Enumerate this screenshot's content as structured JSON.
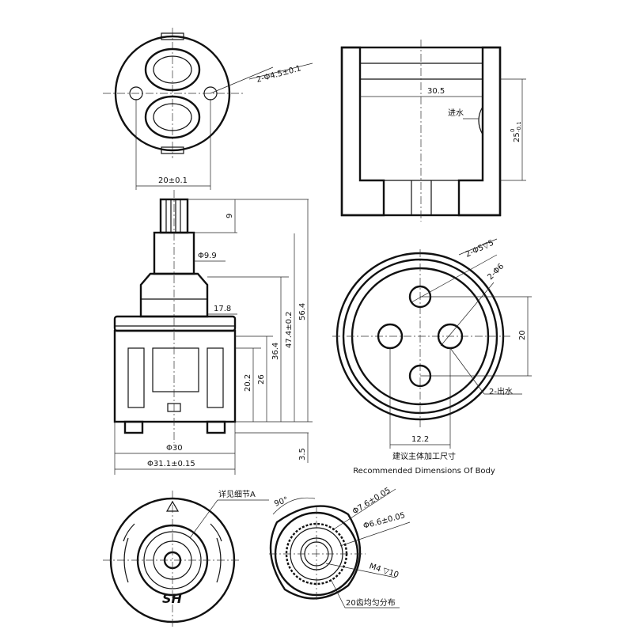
{
  "top_view": {
    "holes_label": "2-Φ4.5±0.1",
    "spacing_label": "20±0.1"
  },
  "section_view": {
    "width_label": "30.5",
    "inlet_label": "进水",
    "depth_label": "25",
    "depth_tol_upper": "0",
    "depth_tol_lower": "-0.1"
  },
  "side_view": {
    "spline_height": "9",
    "shaft_dia": "Φ9.9",
    "shoulder": "17.8",
    "h1": "20.2",
    "h2": "26",
    "h3": "36.4",
    "h4": "47.4±0.2",
    "h5": "56.4",
    "base": "3.5",
    "body_dia": "Φ30",
    "ring_dia": "Φ31.1±0.15"
  },
  "body_view": {
    "hole1_label": "2-Φ5▽5",
    "hole2_label": "2-Φ6",
    "vertical_spacing": "20",
    "outlet_label": "2-出水",
    "horizontal_spacing": "12.2",
    "caption_cn": "建议主体加工尺寸",
    "caption_en": "Recommended Dimensions Of Body"
  },
  "bottom_view": {
    "detail_label": "详见细节A",
    "logo": "SH"
  },
  "detail_view": {
    "angle": "90°",
    "outer_dia": "Φ7.6±0.05",
    "inner_dia": "Φ6.6±0.05",
    "thread": "M4 ▽10",
    "teeth": "20齿均匀分布"
  }
}
